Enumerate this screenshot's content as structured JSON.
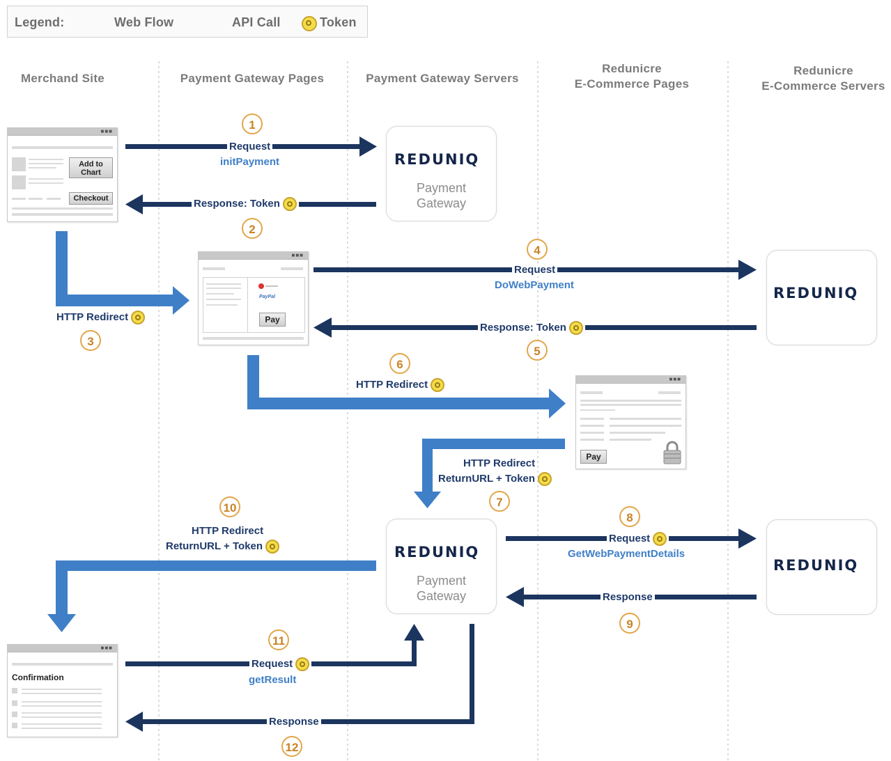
{
  "legend": {
    "title": "Legend:",
    "web_flow": "Web Flow",
    "api_call": "API Call",
    "token": "Token"
  },
  "lanes": {
    "merchant": "Merchand Site",
    "pg_pages": "Payment Gateway Pages",
    "pg_servers": "Payment Gateway Servers",
    "ec_pages_1": "Redunicre",
    "ec_pages_2": "E-Commerce Pages",
    "ec_servers_1": "Redunicre",
    "ec_servers_2": "E-Commerce Servers"
  },
  "logo": "REDUNIQ",
  "server_sub_1": "Payment",
  "server_sub_2": "Gateway",
  "windows": {
    "add_to_chart": "Add to Chart",
    "checkout": "Checkout",
    "pay": "Pay",
    "paypal": "PayPal",
    "confirmation": "Confirmation"
  },
  "steps": {
    "s1": {
      "num": "1",
      "label": "Request",
      "sub": "initPayment"
    },
    "s2": {
      "num": "2",
      "label": "Response: Token"
    },
    "s3": {
      "num": "3",
      "label": "HTTP Redirect"
    },
    "s4": {
      "num": "4",
      "label": "Request",
      "sub": "DoWebPayment"
    },
    "s5": {
      "num": "5",
      "label": "Response: Token"
    },
    "s6": {
      "num": "6",
      "label": "HTTP Redirect"
    },
    "s7": {
      "num": "7",
      "label": "HTTP Redirect",
      "label2": "ReturnURL + Token"
    },
    "s8": {
      "num": "8",
      "label": "Request",
      "sub": "GetWebPaymentDetails"
    },
    "s9": {
      "num": "9",
      "label": "Response"
    },
    "s10": {
      "num": "10",
      "label": "HTTP Redirect",
      "label2": "ReturnURL + Token"
    },
    "s11": {
      "num": "11",
      "label": "Request",
      "sub": "getResult"
    },
    "s12": {
      "num": "12",
      "label": "Response"
    }
  },
  "colors": {
    "web_flow": "#3f7fc7",
    "api_call": "#1c355f",
    "token_fill": "#f3dd4a",
    "step_ring": "#e3a54a",
    "lane_divider": "#cfcfcf"
  },
  "icons": [
    "web-flow-arrow-icon",
    "api-call-arrow-icon",
    "token-icon",
    "lock-icon",
    "window-dots-icon"
  ]
}
